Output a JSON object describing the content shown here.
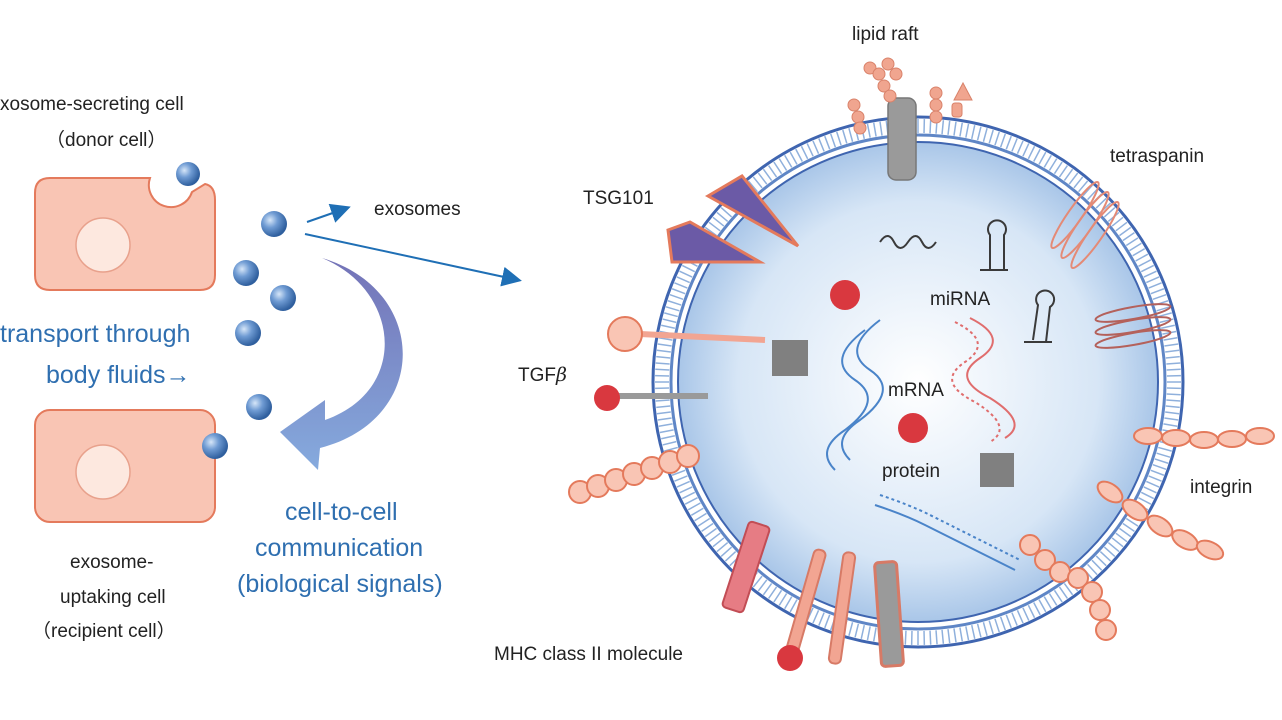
{
  "colors": {
    "cell_fill": "#f9c5b4",
    "cell_stroke": "#e47a5c",
    "nucleus": "#fde8df",
    "exosome_blue": "#4f82c3",
    "arrow_blue": "#1f6fb5",
    "membrane_blue": "#3f65b0",
    "lumen_blue": "#cfe0f4",
    "red_dot": "#d9383f",
    "protein_gray": "#808080",
    "salmon": "#f2a592",
    "purple": "#6b5aa6",
    "text_blue": "#2f6fb0"
  },
  "labels": {
    "donor_line1": "xosome-secreting cell",
    "donor_line2": "（donor cell）",
    "transport_line1": "transport through",
    "transport_line2": "body fluids→",
    "recipient_line1": "exosome-",
    "recipient_line2": "uptaking cell",
    "recipient_line3": "（recipient cell）",
    "exosomes": "exosomes",
    "communication_line1": "cell-to-cell",
    "communication_line2": "communication",
    "communication_line3": "(biological signals)",
    "lipid_raft": "lipid raft",
    "tetraspanin": "tetraspanin",
    "tsg101": "TSG101",
    "tgfb_main": "TGF",
    "tgfb_greek": "β",
    "mirna": "miRNA",
    "mrna": "mRNA",
    "protein": "protein",
    "integrin": "integrin",
    "mhc": "MHC class II molecule"
  },
  "icons": [
    "donor-cell-icon",
    "recipient-cell-icon",
    "exosome-icon",
    "curved-arrow-icon",
    "exosome-vesicle-icon",
    "rna-strand-icon",
    "hairpin-icon",
    "protein-square-icon"
  ]
}
